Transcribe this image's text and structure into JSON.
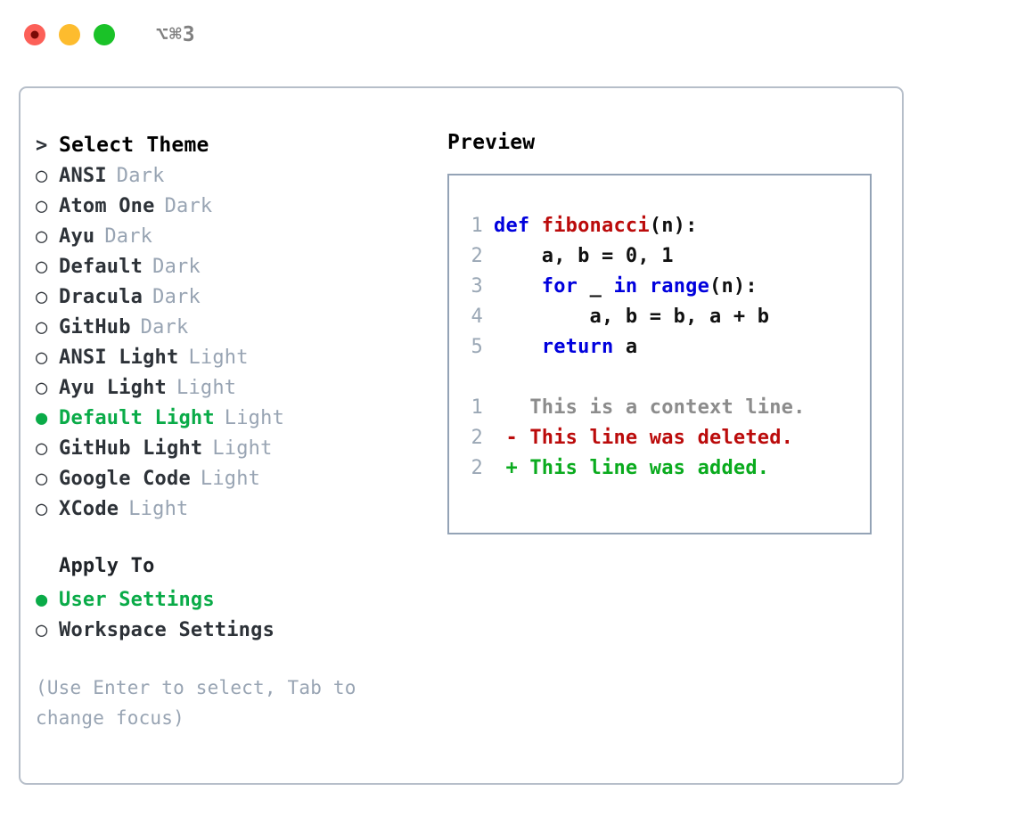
{
  "window": {
    "shortcut": "⌥⌘3",
    "traffic_lights": [
      "close-red",
      "minimize-yellow",
      "maximize-green"
    ],
    "accent_green": "#0aab48",
    "border_color": "#b6bec9",
    "muted_color": "#98a4b3"
  },
  "theme_list": {
    "header_marker": ">",
    "header_label": "Select Theme",
    "items": [
      {
        "marker": "○",
        "name": "ANSI",
        "category": "Dark",
        "selected": false
      },
      {
        "marker": "○",
        "name": "Atom One",
        "category": "Dark",
        "selected": false
      },
      {
        "marker": "○",
        "name": "Ayu",
        "category": "Dark",
        "selected": false
      },
      {
        "marker": "○",
        "name": "Default",
        "category": "Dark",
        "selected": false
      },
      {
        "marker": "○",
        "name": "Dracula",
        "category": "Dark",
        "selected": false
      },
      {
        "marker": "○",
        "name": "GitHub",
        "category": "Dark",
        "selected": false
      },
      {
        "marker": "○",
        "name": "ANSI Light",
        "category": "Light",
        "selected": false
      },
      {
        "marker": "○",
        "name": "Ayu Light",
        "category": "Light",
        "selected": false
      },
      {
        "marker": "●",
        "name": "Default Light",
        "category": "Light",
        "selected": true
      },
      {
        "marker": "○",
        "name": "GitHub Light",
        "category": "Light",
        "selected": false
      },
      {
        "marker": "○",
        "name": "Google Code",
        "category": "Light",
        "selected": false
      },
      {
        "marker": "○",
        "name": "XCode",
        "category": "Light",
        "selected": false
      }
    ]
  },
  "apply_to": {
    "title": "Apply To",
    "options": [
      {
        "marker": "●",
        "label": "User Settings",
        "selected": true
      },
      {
        "marker": "○",
        "label": "Workspace Settings",
        "selected": false
      }
    ]
  },
  "hint": "(Use Enter to select, Tab to change focus)",
  "preview": {
    "title": "Preview",
    "code_lines": [
      {
        "lineno": "1",
        "tokens": [
          {
            "text": "def ",
            "type": "kw"
          },
          {
            "text": "fibonacci",
            "type": "fn"
          },
          {
            "text": "(n):",
            "type": "pl"
          }
        ]
      },
      {
        "lineno": "2",
        "tokens": [
          {
            "text": "    a, b = 0, 1",
            "type": "pl"
          }
        ]
      },
      {
        "lineno": "3",
        "tokens": [
          {
            "text": "    ",
            "type": "pl"
          },
          {
            "text": "for",
            "type": "kw"
          },
          {
            "text": " _ ",
            "type": "pl"
          },
          {
            "text": "in",
            "type": "kw"
          },
          {
            "text": " ",
            "type": "pl"
          },
          {
            "text": "range",
            "type": "kw"
          },
          {
            "text": "(n):",
            "type": "pl"
          }
        ]
      },
      {
        "lineno": "4",
        "tokens": [
          {
            "text": "        a, b = b, a + b",
            "type": "pl"
          }
        ]
      },
      {
        "lineno": "5",
        "tokens": [
          {
            "text": "    ",
            "type": "pl"
          },
          {
            "text": "return",
            "type": "kw"
          },
          {
            "text": " a",
            "type": "pl"
          }
        ]
      }
    ],
    "diff_lines": [
      {
        "lineno": "1",
        "sign": " ",
        "text": "This is a context line.",
        "kind": "ctx"
      },
      {
        "lineno": "2",
        "sign": "-",
        "text": "This line was deleted.",
        "kind": "del"
      },
      {
        "lineno": "2",
        "sign": "+",
        "text": "This line was added.",
        "kind": "add"
      }
    ]
  }
}
